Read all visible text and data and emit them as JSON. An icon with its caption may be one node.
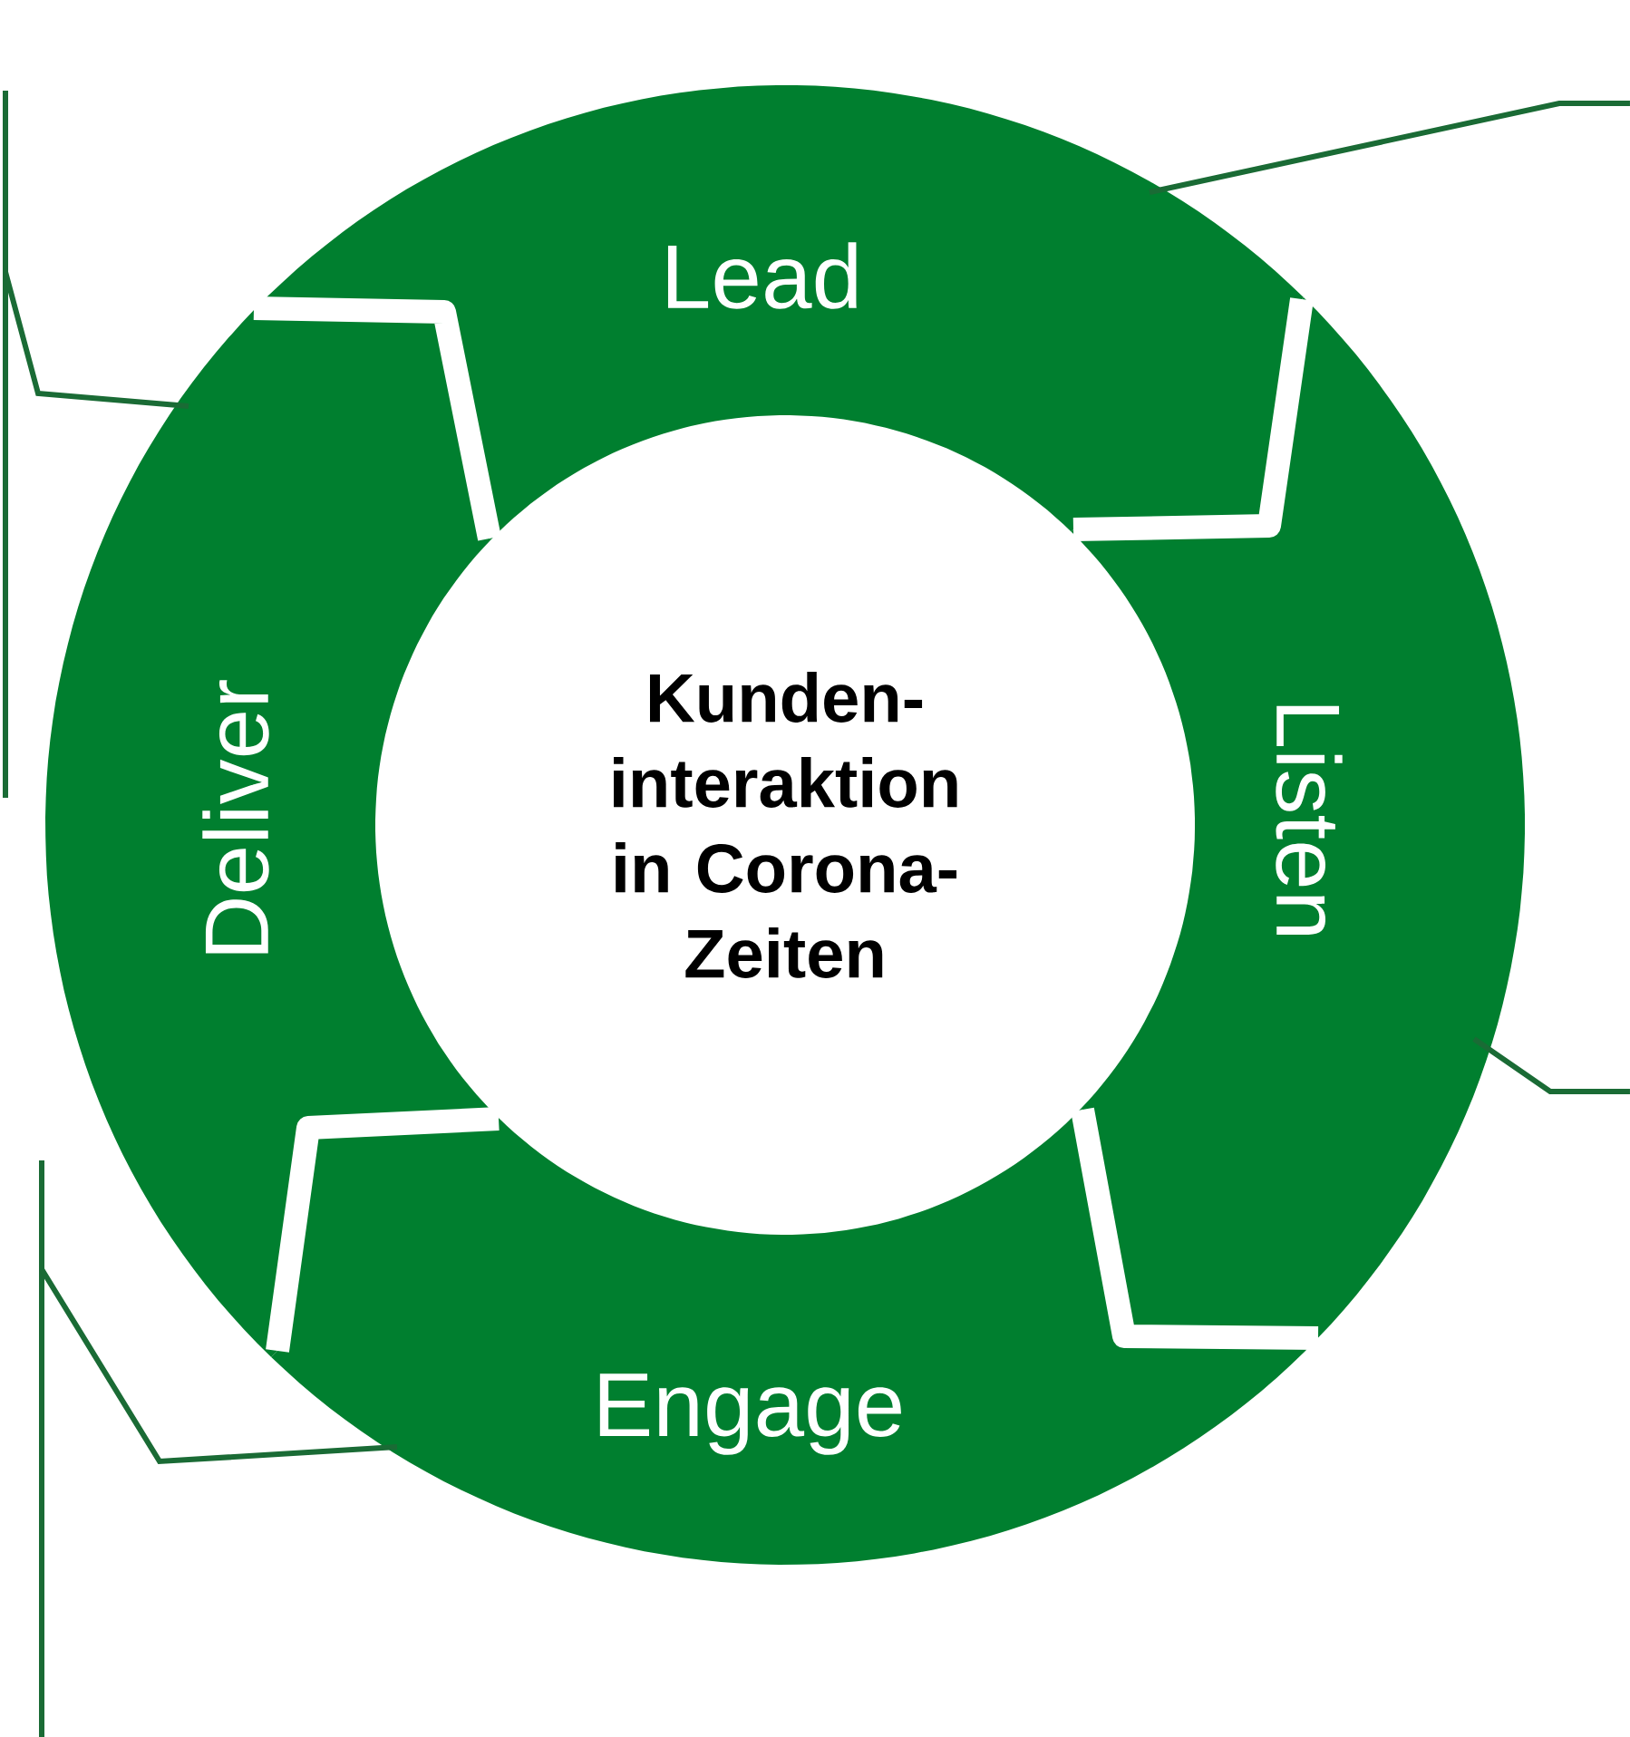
{
  "diagram": {
    "nodes": [
      {
        "text": [
          "Kunden- interaktion in Corona- Zeiten"
        ]
      },
      {
        "text": [
          "Lead"
        ]
      },
      {
        "text": [
          "Listen"
        ]
      },
      {
        "text": [
          "Engage"
        ]
      },
      {
        "text": [
          "Deliver"
        ]
      },
      {
        "text": [],
        "shape": "bar"
      },
      {
        "text": [],
        "shape": "bar"
      }
    ],
    "edges": [
      {
        "from": 4,
        "to": 5,
        "arrow": "none"
      },
      {
        "from": 1,
        "to": null,
        "arrow": "none"
      },
      {
        "from": 2,
        "to": null,
        "arrow": "none"
      },
      {
        "from": 3,
        "to": 6,
        "arrow": "none"
      }
    ]
  }
}
